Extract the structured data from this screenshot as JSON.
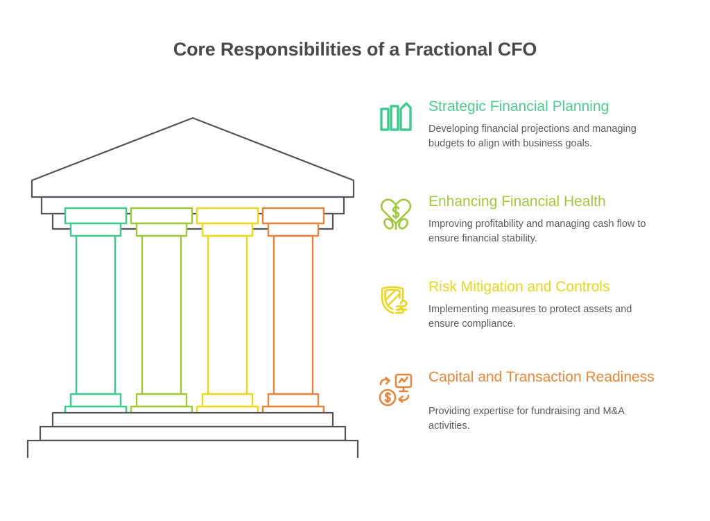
{
  "page": {
    "title": "Core Responsibilities of a Fractional CFO",
    "background_color": "#ffffff",
    "title_color": "#4a4a4a"
  },
  "illustration": {
    "name": "greek-temple-pillars",
    "outline_color": "#55505a",
    "pediment_label": "temple-roof-pediment",
    "column_count": 4,
    "column_colors": [
      "#3ecb8d",
      "#9ec73a",
      "#ecd71b",
      "#e8833a"
    ],
    "base_steps": 3
  },
  "responsibilities": [
    {
      "icon": "bar-chart-columns-icon",
      "color": "#4ecb8d",
      "heading": "Strategic Financial Planning",
      "description": "Developing financial projections and managing budgets to align with business goals."
    },
    {
      "icon": "heart-dollar-plant-icon",
      "color": "#9ec73a",
      "heading": "Enhancing Financial Health",
      "description": "Improving profitability and managing cash flow to ensure financial stability."
    },
    {
      "icon": "shield-wind-icon",
      "color": "#e8d51f",
      "heading": "Risk Mitigation and Controls",
      "description": "Implementing measures to protect assets and ensure compliance."
    },
    {
      "icon": "dollar-coin-chart-monitor-exchange-icon",
      "color": "#e4873c",
      "heading": "Capital and Transaction Readiness",
      "description": "Providing expertise for fundraising and M&A activities."
    }
  ]
}
